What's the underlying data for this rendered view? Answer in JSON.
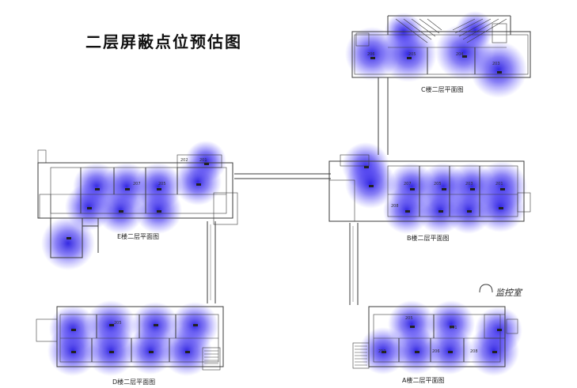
{
  "title": "二层屏蔽点位预估图",
  "colors": {
    "line": "#3b3b3b",
    "signal": "#3a2ce0"
  },
  "buildings": [
    {
      "id": "C",
      "label": "C楼二层平面图",
      "rooms": [
        "206",
        "205",
        "204",
        "203"
      ]
    },
    {
      "id": "B",
      "label": "B楼二层平面图",
      "rooms": [
        "207",
        "205",
        "203",
        "201",
        "208"
      ]
    },
    {
      "id": "E",
      "label": "E楼二层平面图",
      "rooms": [
        "202",
        "201",
        "207",
        "205"
      ]
    },
    {
      "id": "D",
      "label": "D楼二层平面图",
      "rooms": [
        "205"
      ]
    },
    {
      "id": "A",
      "label": "A楼二层平面图",
      "rooms": [
        "205",
        "201",
        "212",
        "206",
        "208"
      ]
    }
  ],
  "handwritten_note": "监控室"
}
